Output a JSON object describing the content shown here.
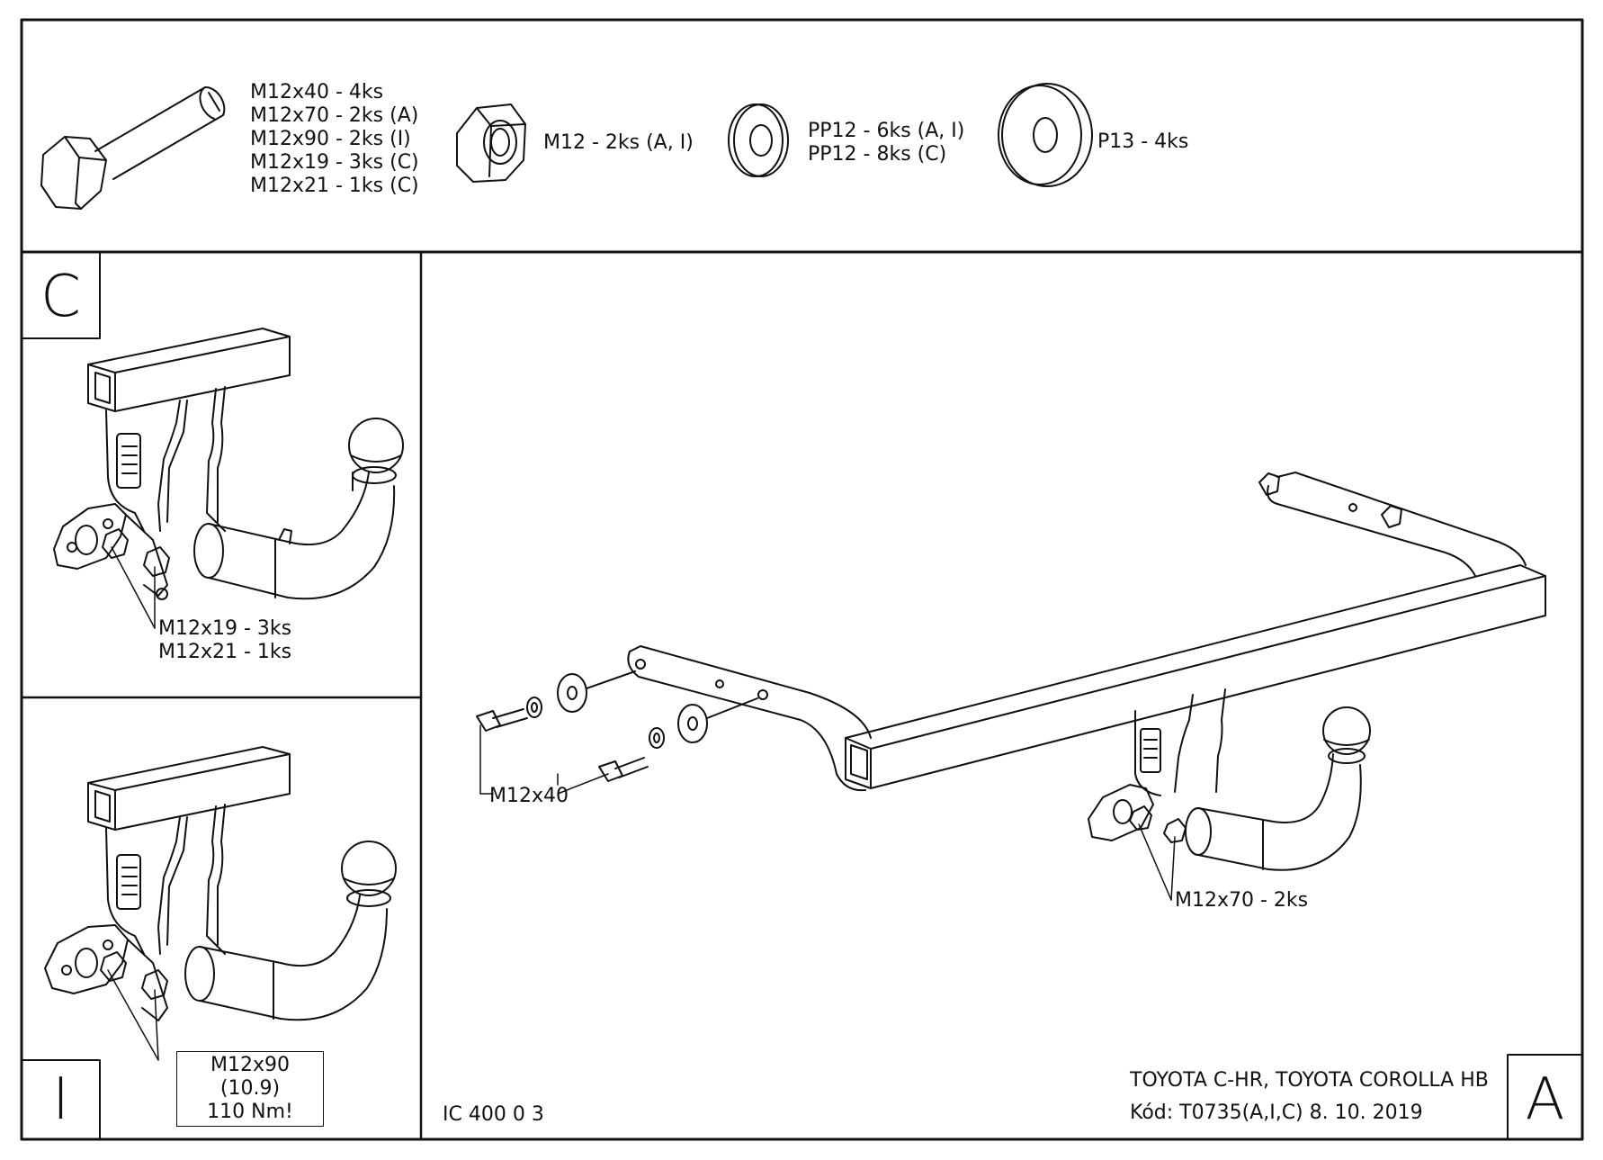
{
  "hardware": {
    "bolt": [
      "M12x40 - 4ks",
      "M12x70 - 2ks (A)",
      "M12x90 - 2ks (I)",
      "M12x19 - 3ks (C)",
      "M12x21 - 1ks (C)"
    ],
    "nut": "M12 - 2ks (A, I)",
    "spring_washer": [
      "PP12 - 6ks (A, I)",
      "PP12 - 8ks (C)"
    ],
    "flat_washer": "P13 - 4ks"
  },
  "panel_c": {
    "letter": "C",
    "callout_1": "M12x19 - 3ks",
    "callout_2": "M12x21 - 1ks"
  },
  "panel_i": {
    "letter": "I",
    "callout_1": "M12x90 (10.9)",
    "callout_2": "110 Nm!"
  },
  "panel_a": {
    "letter": "A",
    "bolt_callout": "M12x40",
    "bracket_callout": "M12x70 - 2ks",
    "product_code": "IC 400 0 3",
    "vehicle": "TOYOTA C-HR, TOYOTA COROLLA HB",
    "code_line": "Kód: T0735(A,I,C)  8. 10. 2019"
  }
}
